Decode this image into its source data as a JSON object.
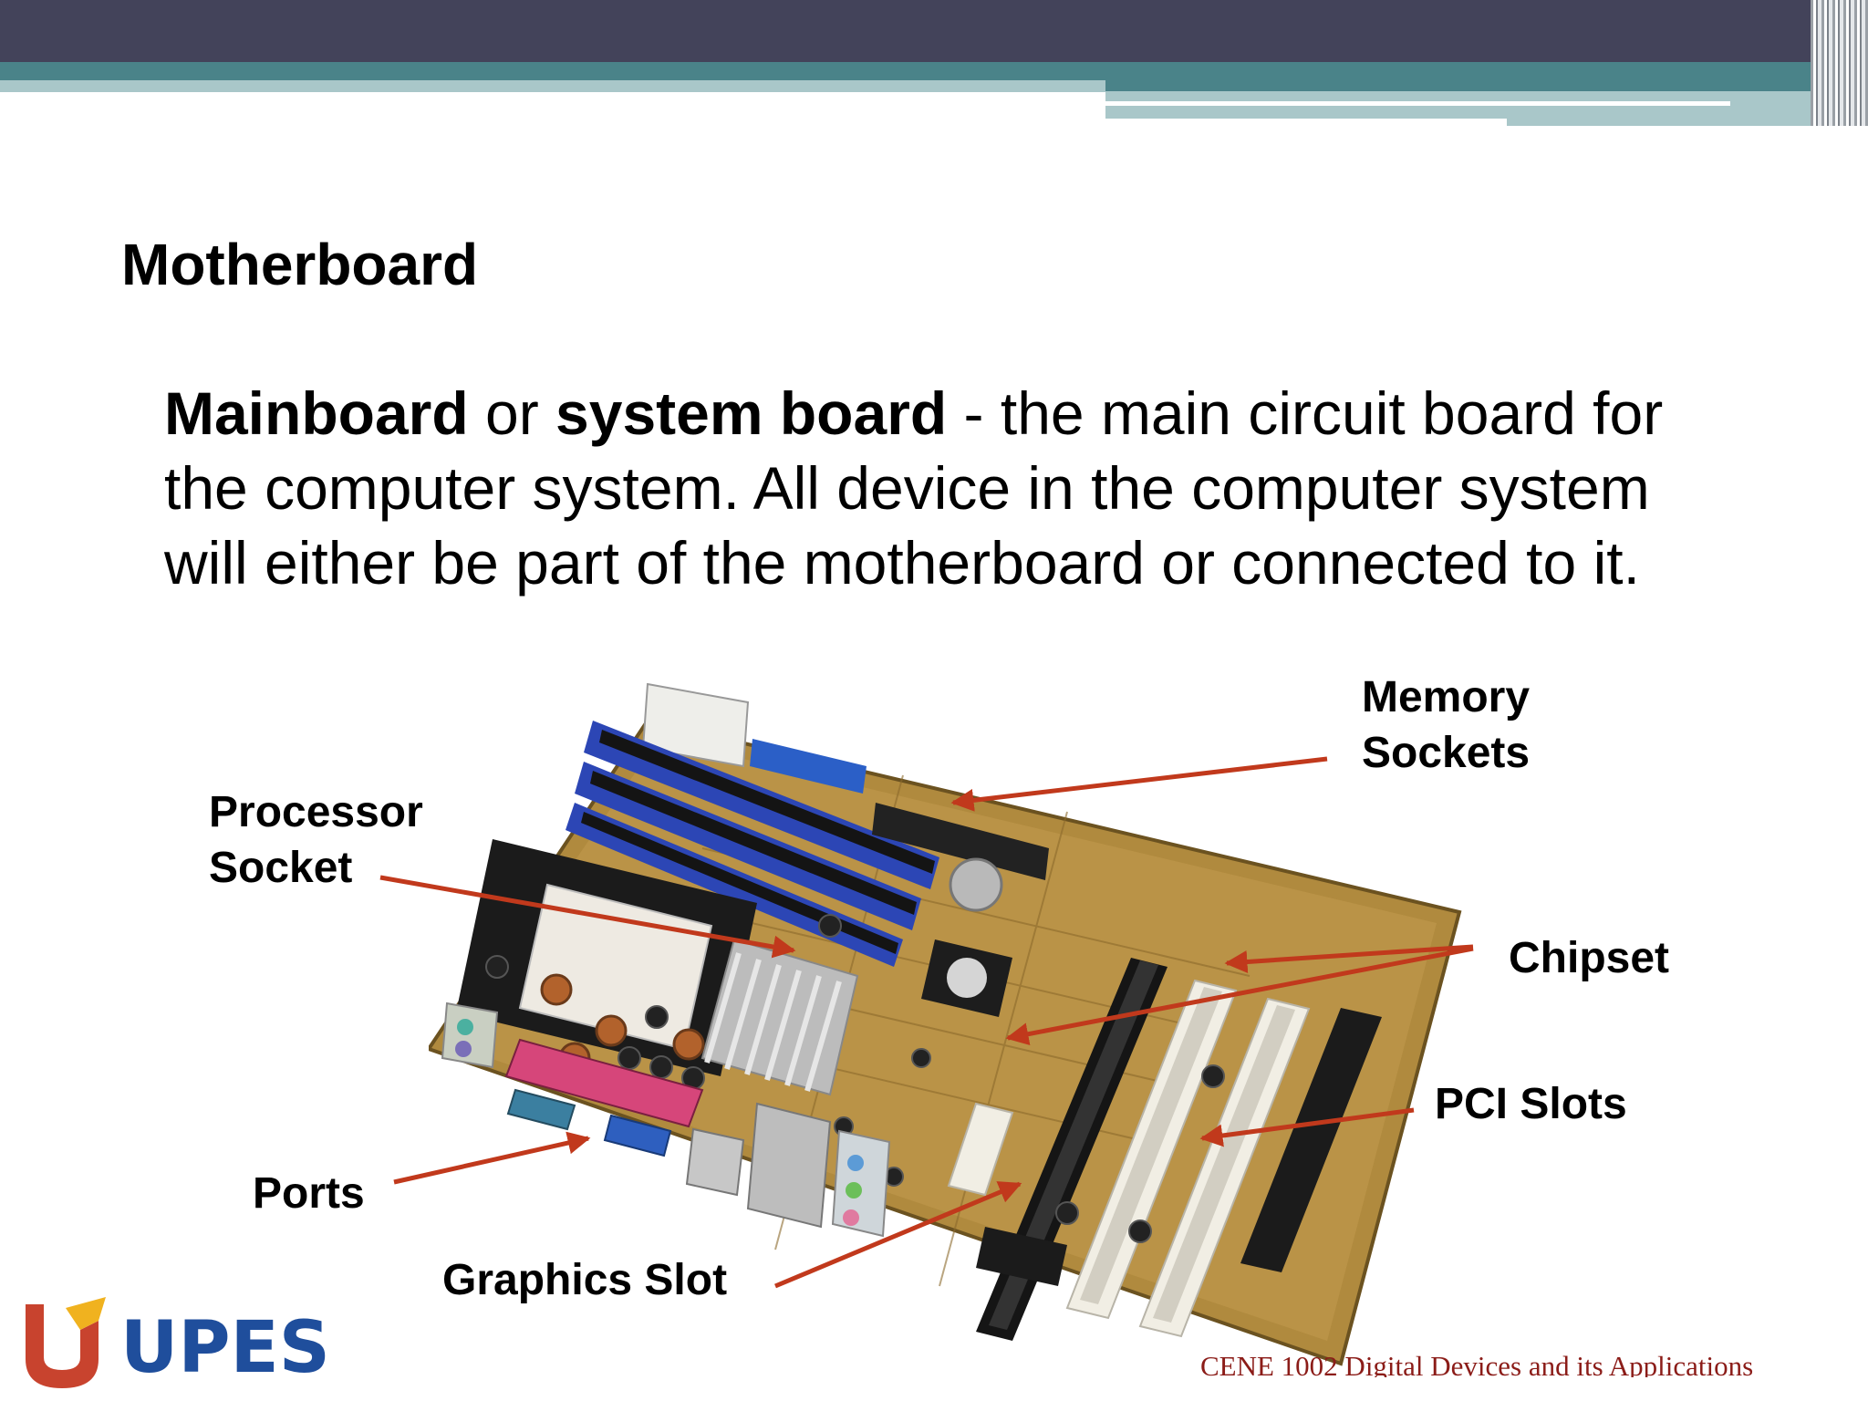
{
  "slide": {
    "title": "Motherboard",
    "body": {
      "term1": "Mainboard",
      "conn1": " or ",
      "term2": "system board",
      "text": "  -  the main circuit board for the computer system.   All device in the computer system will either be part of the motherboard or connected to it."
    },
    "labels": {
      "memory": [
        "Memory",
        "Sockets"
      ],
      "processor": [
        "Processor",
        "Socket"
      ],
      "chipset": "Chipset",
      "pci": "PCI Slots",
      "ports": "Ports",
      "graphics": "Graphics Slot"
    },
    "logo_text": "UPES",
    "footer": "CENE 1002 Digital Devices and its Applications"
  },
  "colors": {
    "header_dark": "#43435a",
    "header_teal": "#4a8389",
    "header_light": "#a9c7c9",
    "arrow": "#c1391c",
    "logo_red": "#c8432e",
    "logo_blue": "#1f4e9c",
    "footer_text": "#8b1c18"
  }
}
